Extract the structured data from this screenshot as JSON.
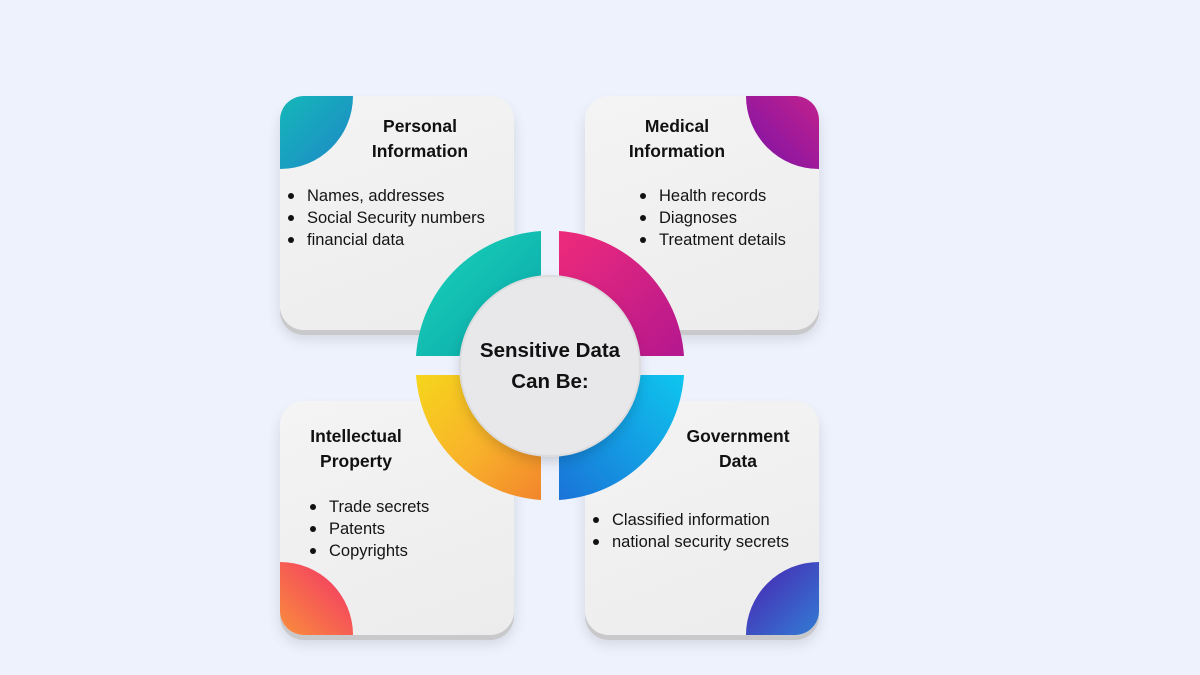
{
  "center": {
    "title": "Sensitive Data\nCan Be:"
  },
  "cards": {
    "personal": {
      "title": "Personal\nInformation",
      "items": [
        "Names, addresses",
        "Social Security numbers",
        "financial data"
      ]
    },
    "medical": {
      "title": "Medical\nInformation",
      "items": [
        "Health records",
        "Diagnoses",
        "Treatment details"
      ]
    },
    "ip": {
      "title": "Intellectual\nProperty",
      "items": [
        "Trade secrets",
        "Patents",
        "Copyrights"
      ]
    },
    "government": {
      "title": "Government\nData",
      "items": [
        "Classified information",
        "national security secrets"
      ]
    }
  },
  "colors": {
    "background": "#eef2fd",
    "teal": "#11c4b5",
    "magenta": "#d4208a",
    "yellow_orange": "#f5a623",
    "blue": "#1590e0"
  }
}
